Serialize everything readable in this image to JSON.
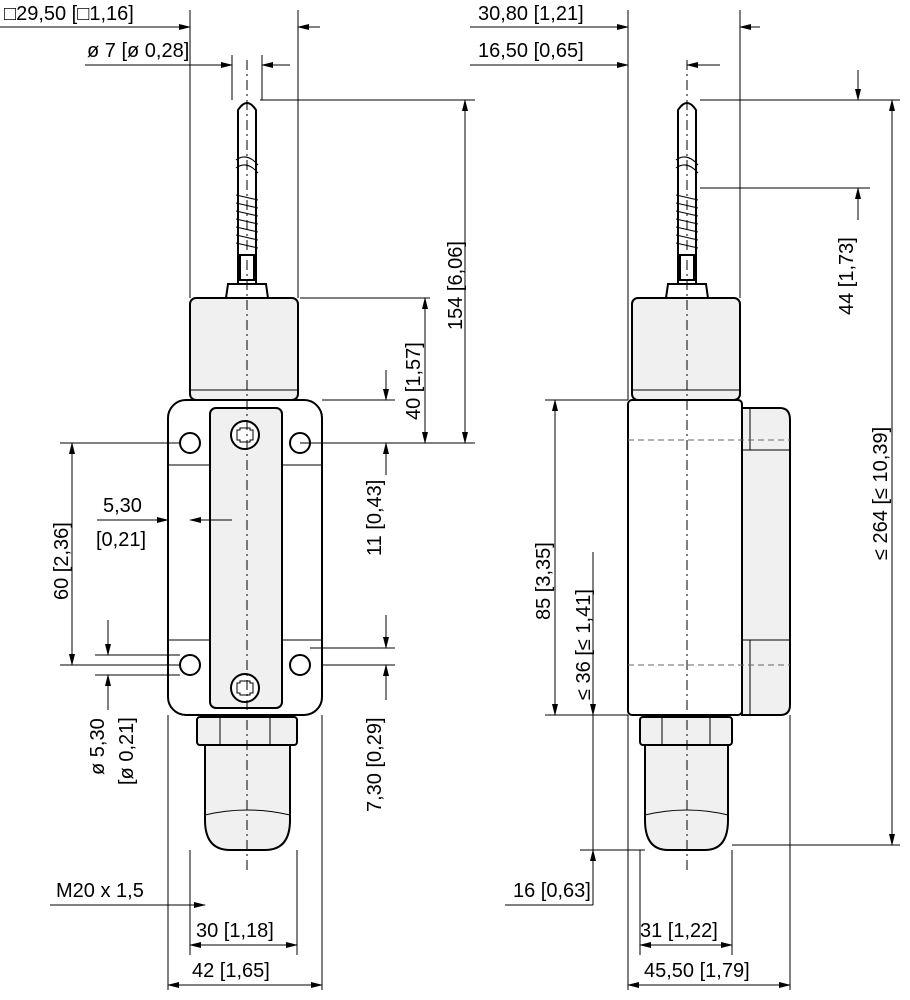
{
  "title": "Limit switch dimensional drawing",
  "left_view": {
    "width_square": "□29,50 [□1,16]",
    "rod_diameter": "ø 7 [ø 0,28]",
    "height_154": "154 [6,06]",
    "height_40": "40 [1,57]",
    "height_11": "11 [0,43]",
    "offset_530": "5,30",
    "offset_530_in": "[0,21]",
    "height_60": "60 [2,36]",
    "hole_diameter": "ø 5,30",
    "hole_diameter_in": "[ø 0,21]",
    "height_730": "7,30 [0,29]",
    "thread": "M20 x 1,5",
    "width_30": "30 [1,18]",
    "width_42": "42 [1,65]"
  },
  "right_view": {
    "depth_3080": "30,80 [1,21]",
    "depth_1650": "16,50 [0,65]",
    "height_44": "44 [1,73]",
    "height_264": "≤ 264 [≤ 10,39]",
    "height_85": "85 [3,35]",
    "height_36": "≤ 36 [≤ 1,41]",
    "height_16": "16 [0,63]",
    "depth_31": "31 [1,22]",
    "depth_4550": "45,50 [1,79]"
  }
}
